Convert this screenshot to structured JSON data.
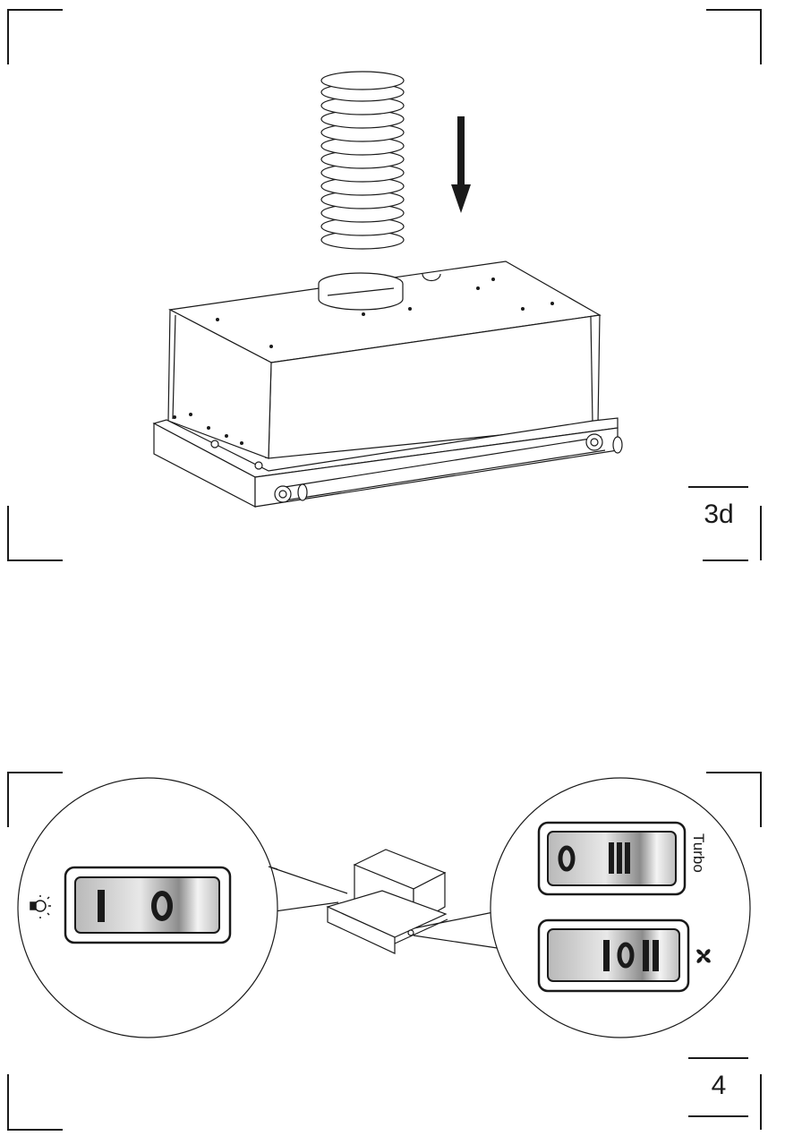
{
  "figure_top": {
    "label": "3d"
  },
  "figure_bottom": {
    "label": "4",
    "turbo_label": "Turbo",
    "light_switch": {
      "left_symbol": "I",
      "right_symbol": "O"
    },
    "turbo_switch": {
      "left_symbol": "O",
      "right_symbol": "III"
    },
    "speed_switch": {
      "symbols": "I O II"
    },
    "icons": [
      "light-bulb-icon",
      "fan-icon"
    ]
  },
  "colors": {
    "line": "#1a1a1a",
    "paper": "#ffffff"
  }
}
